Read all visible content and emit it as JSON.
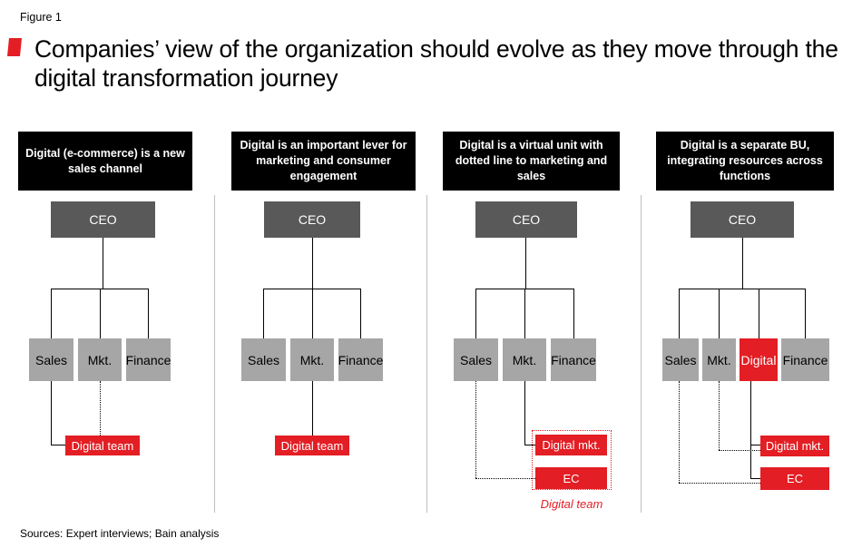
{
  "figure_label": "Figure 1",
  "title": "Companies’ view of the organization should evolve as they move through the digital transformation journey",
  "source": "Sources: Expert interviews; Bain analysis",
  "colors": {
    "accent": "#e31e24",
    "header": "#000000",
    "ceo_box": "#595959",
    "function_box": "#a6a6a6"
  },
  "panels": [
    {
      "header": "Digital (e-commerce) is a new sales channel",
      "ceo": "CEO",
      "functions": [
        "Sales",
        "Mkt.",
        "Finance"
      ],
      "digital_team": "Digital team"
    },
    {
      "header": "Digital is an important lever for marketing and consumer engagement",
      "ceo": "CEO",
      "functions": [
        "Sales",
        "Mkt.",
        "Finance"
      ],
      "digital_team": "Digital team"
    },
    {
      "header": "Digital is a virtual unit with dotted line to marketing and sales",
      "ceo": "CEO",
      "functions": [
        "Sales",
        "Mkt.",
        "Finance"
      ],
      "digital_mkt": "Digital mkt.",
      "ec": "EC",
      "group_label": "Digital team"
    },
    {
      "header": "Digital is a separate BU, integrating resources across functions",
      "ceo": "CEO",
      "functions": [
        "Sales",
        "Mkt.",
        "Digital",
        "Finance"
      ],
      "digital_mkt": "Digital mkt.",
      "ec": "EC"
    }
  ]
}
